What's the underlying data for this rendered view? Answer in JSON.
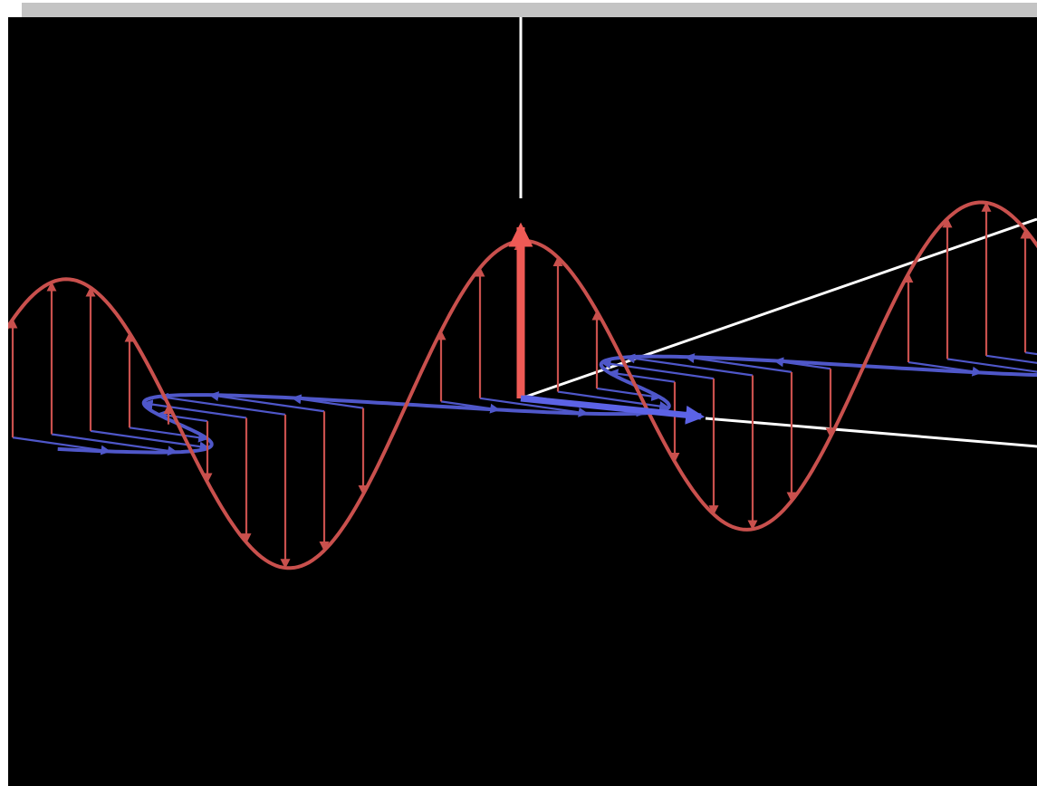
{
  "figure": {
    "colors": {
      "background": "#000000",
      "frame": "#ffffff",
      "top_bar": "#c4c4c4",
      "electric_field": "#c9504d",
      "electric_highlight": "#ee5a55",
      "magnetic_field": "#4f57c9",
      "magnetic_highlight": "#5c63e6",
      "axes": "#ffffff"
    },
    "waves": {
      "electric": {
        "orientation": "vertical",
        "cycles_visible": 2.5
      },
      "magnetic": {
        "orientation": "horizontal",
        "cycles_visible": 2.5
      }
    }
  }
}
